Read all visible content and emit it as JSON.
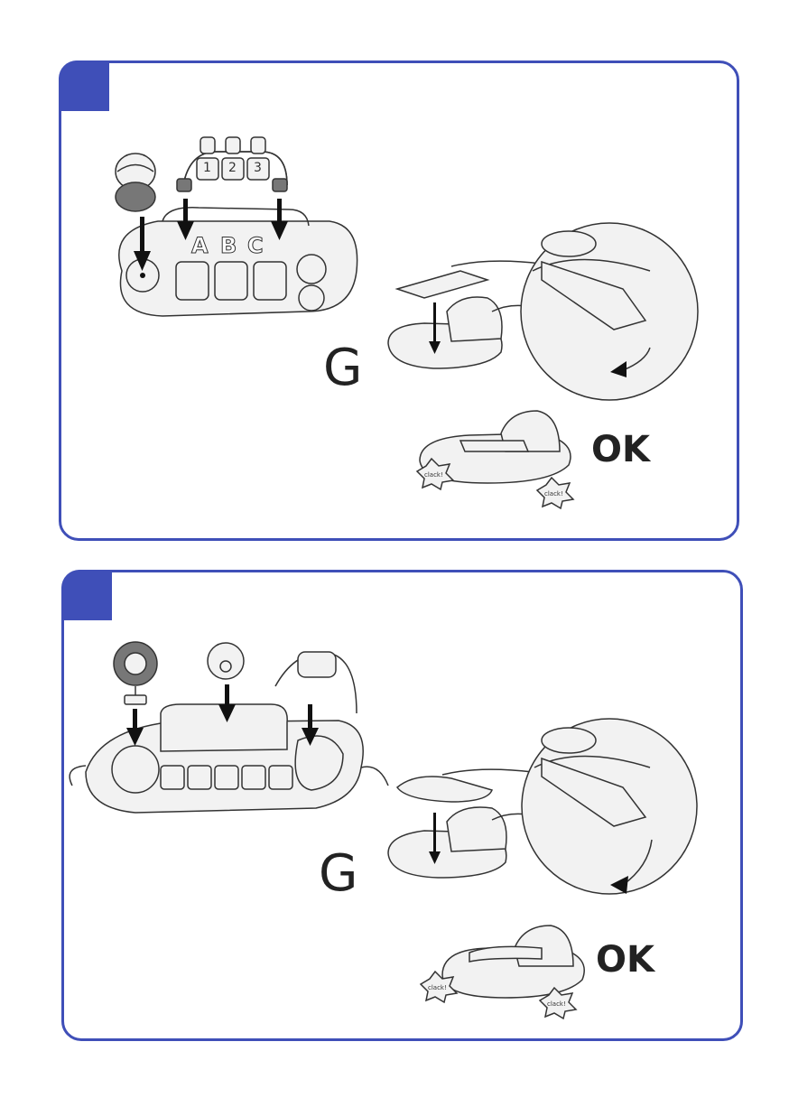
{
  "colors": {
    "frame": "#3f4fb8",
    "ink": "#222222",
    "illustration_fill": "#f2f2f2"
  },
  "step1": {
    "activity_board_letters": [
      "A",
      "B",
      "C"
    ],
    "activity_arch_numbers": [
      "1",
      "2",
      "3"
    ],
    "orientation_letter": "G",
    "confirm_label": "OK",
    "sound_labels": [
      "clack!",
      "clack!"
    ]
  },
  "step2": {
    "orientation_letter": "G",
    "confirm_label": "OK",
    "sound_labels": [
      "clack!",
      "clack!"
    ]
  }
}
